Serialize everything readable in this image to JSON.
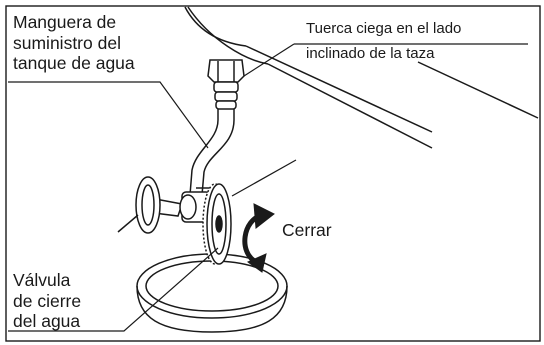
{
  "labels": {
    "supply_hose": [
      "Manguera de",
      "suministro del",
      "tanque de agua"
    ],
    "cap_nut": [
      "Tuerca ciega en el lado",
      "inclinado de la taza"
    ],
    "close_action": "Cerrar",
    "shutoff_valve": [
      "Válvula",
      "de cierre",
      "del agua"
    ]
  },
  "icons": {
    "rotation": "curved-arrow-icon"
  },
  "colors": {
    "ink": "#1a1a1a",
    "background": "#ffffff"
  }
}
